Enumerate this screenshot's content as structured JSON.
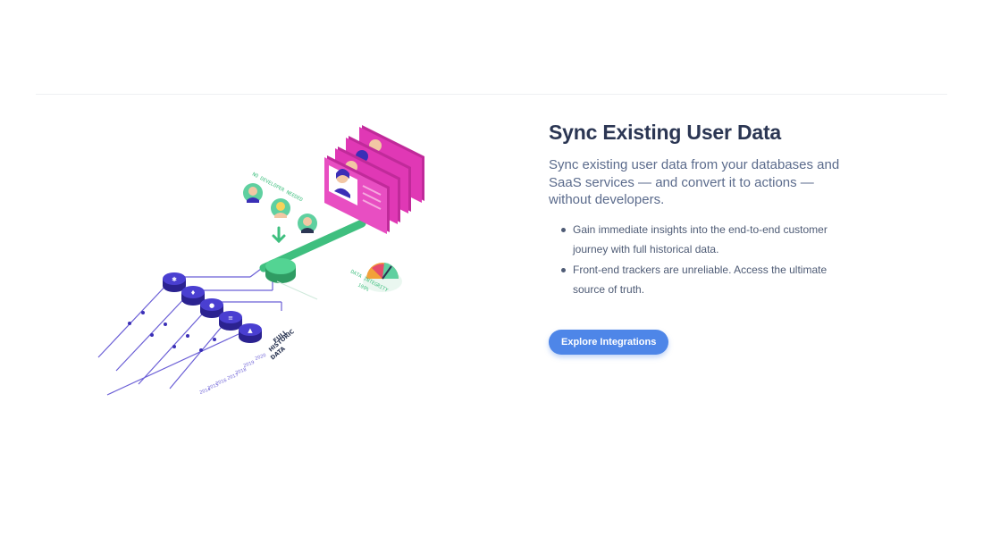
{
  "section": {
    "title": "Sync Existing User Data",
    "lead": "Sync existing user data from your databases and SaaS services — and convert it to actions — without developers.",
    "bullets": [
      "Gain immediate insights into the end-to-end customer journey with full historical data.",
      "Front-end trackers are unreliable. Access the ultimate source of truth."
    ],
    "cta_label": "Explore Integrations"
  },
  "illustration": {
    "label_no_developer": "NO DEVELOPER NEEDED",
    "label_data_integrity": "DATA INTEGRITY",
    "label_data_integrity_value": "100%",
    "label_full_historic": [
      "FULL",
      "HISTORIC",
      "DATA"
    ],
    "years": [
      "2020",
      "2019",
      "2018",
      "2017",
      "2016",
      "2015",
      "2014"
    ]
  },
  "colors": {
    "title": "#2b3653",
    "accent_button": "#4e86e8",
    "magenta": "#e038b5",
    "green": "#3fbf7f",
    "indigo": "#3a2fb6"
  }
}
